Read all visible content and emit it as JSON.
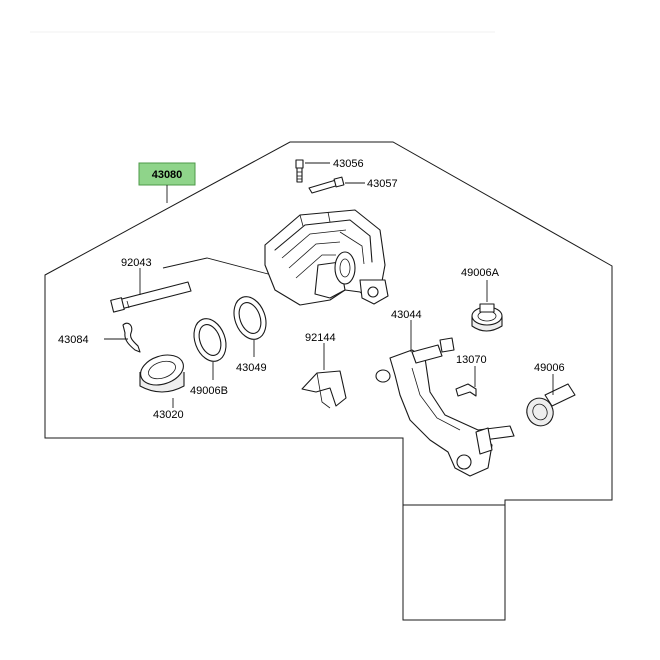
{
  "colors": {
    "assembly_highlight": "#8fd48a",
    "line": "#1a1a1a",
    "background": "#ffffff"
  },
  "parts": {
    "p43080": "43080",
    "p43056": "43056",
    "p43057": "43057",
    "p92043": "92043",
    "p49006A": "49006A",
    "p43084": "43084",
    "p43044": "43044",
    "p92144": "92144",
    "p13070": "13070",
    "p43049": "43049",
    "p49006B": "49006B",
    "p49006": "49006",
    "p43020": "43020"
  }
}
